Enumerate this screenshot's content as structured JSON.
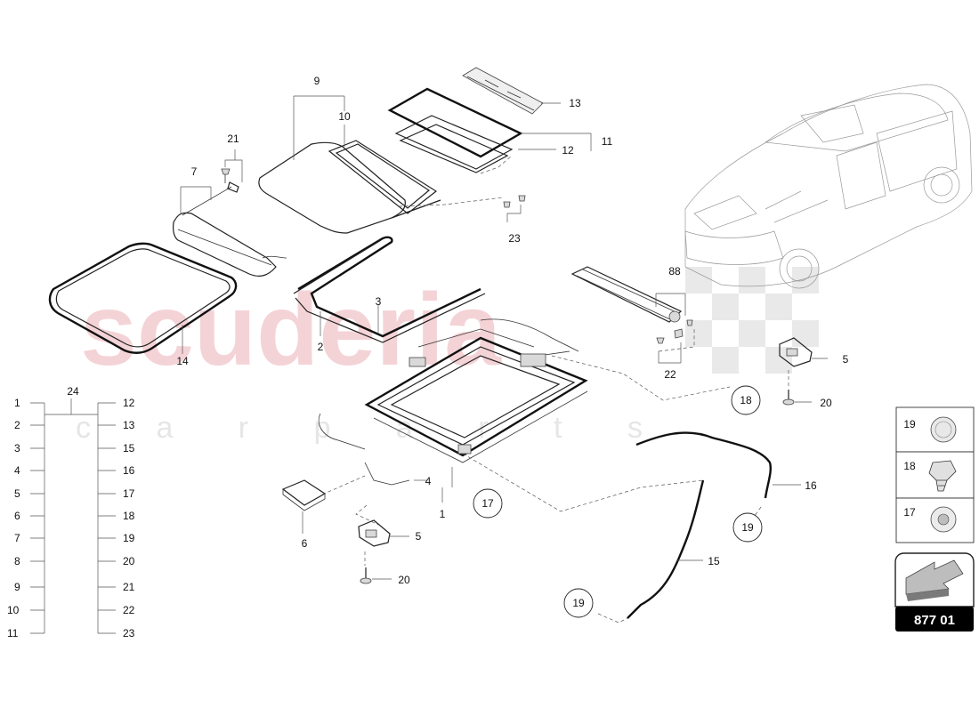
{
  "watermark": {
    "main": "scuderia",
    "sub": "c a r   p a r t s",
    "color": "#e8a0a8"
  },
  "callouts": {
    "c9": "9",
    "c10": "10",
    "c13": "13",
    "c12": "12",
    "c11": "11",
    "c21": "21",
    "c7": "7",
    "c23": "23",
    "c88": "88",
    "c22": "22",
    "c3": "3",
    "c2": "2",
    "c14": "14",
    "c24": "24",
    "c5a": "5",
    "c20a": "20",
    "c18": "18",
    "c16": "16",
    "c4": "4",
    "c1": "1",
    "c17": "17",
    "c19a": "19",
    "c6": "6",
    "c5b": "5",
    "c20b": "20",
    "c15": "15",
    "c19b": "19"
  },
  "kit_list": {
    "left": [
      "1",
      "2",
      "3",
      "4",
      "5",
      "6",
      "7",
      "8",
      "9",
      "10",
      "11"
    ],
    "right": [
      "12",
      "13",
      "15",
      "16",
      "17",
      "18",
      "19",
      "20",
      "21",
      "22",
      "23"
    ]
  },
  "legend_boxes": [
    {
      "number": "19",
      "icon": "round-cap-icon"
    },
    {
      "number": "18",
      "icon": "clip-icon"
    },
    {
      "number": "17",
      "icon": "grommet-icon"
    }
  ],
  "reference": {
    "code": "877 01",
    "icon": "arrow-icon"
  }
}
